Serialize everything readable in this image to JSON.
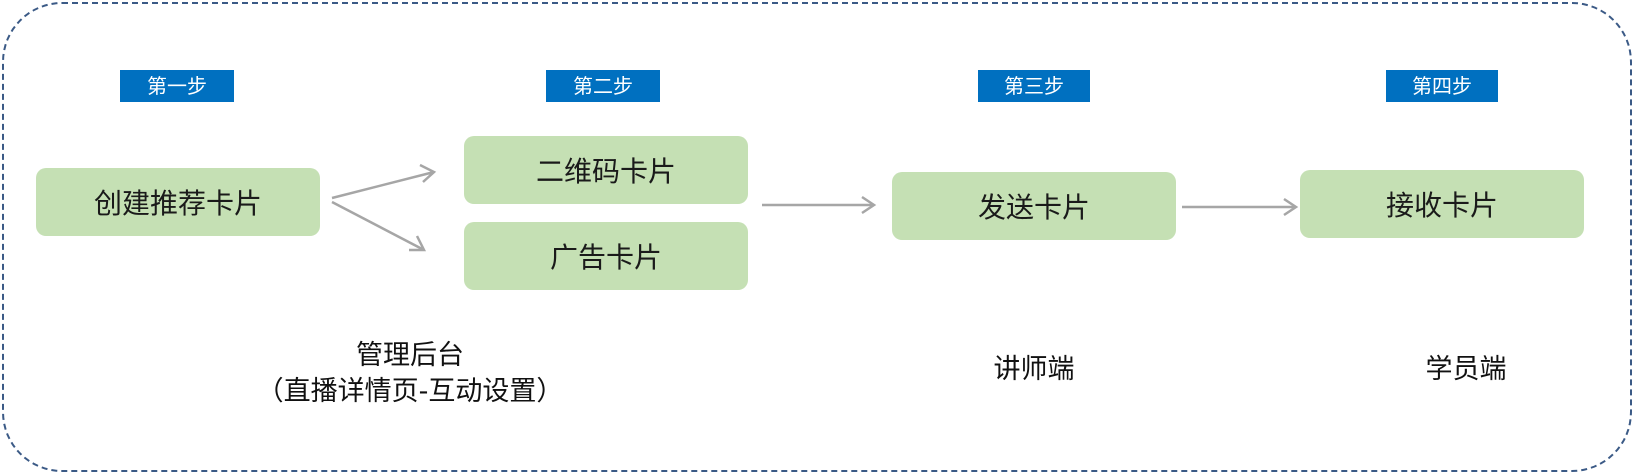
{
  "steps": {
    "step1": "第一步",
    "step2": "第二步",
    "step3": "第三步",
    "step4": "第四步"
  },
  "nodes": {
    "create_card": "创建推荐卡片",
    "qr_card": "二维码卡片",
    "ad_card": "广告卡片",
    "send_card": "发送卡片",
    "receive_card": "接收卡片"
  },
  "captions": {
    "admin_line1": "管理后台",
    "admin_line2": "（直播详情页-互动设置）",
    "teacher": "讲师端",
    "student": "学员端"
  },
  "colors": {
    "badge": "#0070c0",
    "node": "#c5e0b4",
    "arrow": "#a6a6a6",
    "frame": "#3b5a86"
  }
}
